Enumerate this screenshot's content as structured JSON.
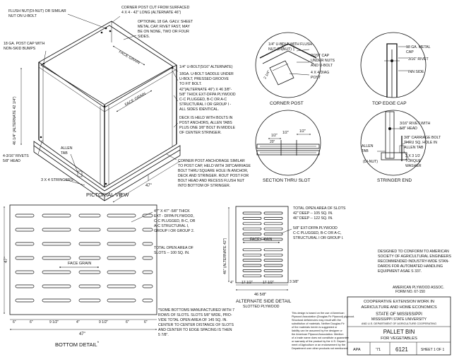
{
  "pictorial": {
    "title": "PICTORIAL VIEW",
    "notes": {
      "flush_nut": [
        "FLUSH NUT(DI-NUT) OR SIMILAR",
        "NUT ON U-BOLT"
      ],
      "post_cut": [
        "CORNER POST CUT FROM SURFACED",
        "4 X 4 - 42\" LONG (ALTERNATE 46\")"
      ],
      "sheet_cap": [
        "OPTIONAL 18 GA. GALV. SHEET",
        "METAL CAP, RIVET FAST, MAY",
        "BE ON NONE, TWO OR FOUR",
        "SIDES."
      ],
      "post_cap": [
        "18 GA. POST CAP WITH",
        "NON-SKID BUMPS"
      ],
      "u_bolt": "1/4\" U-BOLT(5/16\" ALTERNATE)",
      "saddle": [
        "18GA. U-BOLT SADDLE UNDER",
        "U-BOLT, PRESSED GROOVE",
        "TO FIT BOLT."
      ],
      "panel": [
        "42\"(ALTERNATE 46\") X 46 3/8\"-",
        "5/8\" THICK EXT-DFPA PLYWOOD",
        "C-C PLUGGED, B-C OR A-C",
        "STRUCTURAL I OR GROUP I -",
        "ALL SIDES IDENTICAL."
      ],
      "deck": [
        "DECK IS HELD WITH BOLTS IN",
        "POST ANCHORS, ALLEN TABS",
        "PLUS ONE 3/8\" BOLT IN MIDDLE",
        "OF CENTER STRINGER."
      ],
      "rivets": [
        "4-3/16\" RIVETS",
        "5/8\" HEAD"
      ],
      "allen_tab": [
        "ALLEN",
        "TAB"
      ],
      "stringers": "3 X 4 STRINGERS",
      "anchorage": [
        "CORNER POST ANCHORAGE SIMILAR",
        "TO POST CAP, HELD WITH 3/8\"CARRIAGE",
        "BOLT THRU SQUARE HOLE IN ANCHOR,",
        "DECK AND STRINGER. ROUT POST FOR",
        "BOLT HEAD AND RECESS FLUSH NUT",
        "INTO BOTTOM OF STRINGER."
      ],
      "face_grain": "FACE GRAIN",
      "height_dim": "46 1/4\" (ALTERNATE 42 1/4\")",
      "width_dim": "47\""
    }
  },
  "corner_post": {
    "title": "CORNER POST",
    "notes": {
      "u_bolt": [
        "1/4\" U-BOLT WITH FLUSH",
        "NUT (DI-NUT)"
      ],
      "post_cap": [
        "POST CAP",
        "UNDER NUTS",
        "AND U-BOLT"
      ],
      "diag": [
        "4 X 4 DIAG",
        "POST"
      ],
      "inset": "2 1/4\""
    }
  },
  "top_edge_cap": {
    "title": "TOP EDGE CAP",
    "notes": {
      "metal": [
        "18 GA. METAL",
        "CAP"
      ],
      "rivet": "3/16\" RIVET",
      "side": "INN SIDE"
    }
  },
  "section_slot": {
    "title": "SECTION THRU SLOT",
    "dims": [
      "1/2\"",
      "1/2\"",
      "1/2\"",
      "20\""
    ]
  },
  "stringer_end": {
    "title": "STRINGER END",
    "notes": {
      "rivet": [
        "3/16\" RIVET WITH",
        "5/8\" HEAD"
      ],
      "bolt": [
        "3/8\" CARRIAGE BOLT",
        "THRU SQ. HOLE IN",
        "ALLEN TAB"
      ],
      "allen": [
        "ALLEN",
        "TAB"
      ],
      "dinut": "(DI-NUT)",
      "washer": [
        "3 X 3 1/2",
        "TORQUE",
        "WASHER"
      ]
    }
  },
  "bottom_detail": {
    "title": "BOTTOM DETAIL",
    "title_mark": "*",
    "grain": "FACE GRAIN",
    "side_dim": "47\"",
    "bottom_dim": "47\"",
    "dims": [
      "6\"",
      "6\"",
      "9 1/2\"",
      "4\"",
      "9 1/2\"",
      "6\"",
      "6\""
    ],
    "plywood": [
      "47\" X 47\" -5/8\" THICK",
      "EXT - DFPA PLYWOOD,",
      "C-C PLUGGED, B-C, OR",
      "A-C STRUCTURAL I,",
      "GROUP I OR GROUP 2."
    ],
    "open_area": [
      "TOTAL OPEN AREA OF",
      "SLOTS -- 100 SQ. IN."
    ],
    "footnote": [
      "*SOME BOTTOMS MANUFACTURED WITH 7",
      "ROWS OF SLOTS. SLOTS 5/8\" WIDE, PRO-",
      "VIDE TOTAL OPEN AREA OF 145 SQ. IN.",
      "CENTER TO CENTER DISTANCE OF SLOTS",
      "AND CENTER TO EDGE SPACING IS THEN",
      "5 7/8\"."
    ]
  },
  "alternate_side": {
    "title": "ALTERNATE SIDE DETAIL",
    "subtitle": "SLOTTED PLYWOOD",
    "side_dim": "46\" (ALTERNATE 42\")",
    "dims": [
      "4\"",
      "17 1/2\"",
      "17 1/2\"",
      "3 3/8\""
    ],
    "width_dim": "46 5/8\"",
    "grain": "FACE GRAIN",
    "open_area": [
      "TOTAL OPEN AREA OF SLOTS",
      "42\" DEEP -- 105 SQ. IN.",
      "46\" DEEP -- 122 SQ. IN."
    ],
    "plywood": [
      "5/8\" EXT-DFPA PLYWOOD",
      "C-C PLUGGED, B-C OR A-C,",
      "STRUCTURAL I OR GROUP I."
    ]
  },
  "designed": [
    "DESIGNED TO CONFORM TO AMERICAN",
    "SOCIETY OF AGRICULTURAL ENGINEERS",
    "RECOMMENDED INDUSTRY-WIDE STAN-",
    "DARDS FOR AUTOMATED HANDLING",
    "EQUIPMENT  ASAE S 337."
  ],
  "form_no": [
    "AMERICAN PLYWOOD ASSOC.",
    "FORM NO. 67-150"
  ],
  "disclaimer": [
    "This design is based on the use of American",
    "Plywood Association (Douglas Fir Plywood) plywood.",
    "Structural deficiencies may result with the",
    "substitution of materials. Neither Douglas Fir",
    "of the materials herein is suggested or",
    "liability can be assumed by the designer or",
    "the American Plywood Association. Mention",
    "of a trade name does not constitute a guarantee",
    "or warranty of the product by the U.S. Depart-",
    "ment of Agriculture or an endorsement by the",
    "Department over other products not mentioned."
  ],
  "title_block": {
    "line1": "COOPERATIVE EXTENSION WORK IN",
    "line2": "AGRICULTURE AND HOME ECONOMICS",
    "line3": "STATE OF MISSISSIPPI",
    "line4": "MISSISSIPPI STATE UNIVERSITY",
    "line5": "AND U.S. DEPARTMENT OF AGRICULTURE COOPERATING",
    "title1": "PALLET BIN",
    "title2": "FOR VEGETABLES",
    "apa": "APA",
    "year": "'71",
    "plan_no": "6121",
    "sheet": "SHEET 1 OF 1"
  }
}
